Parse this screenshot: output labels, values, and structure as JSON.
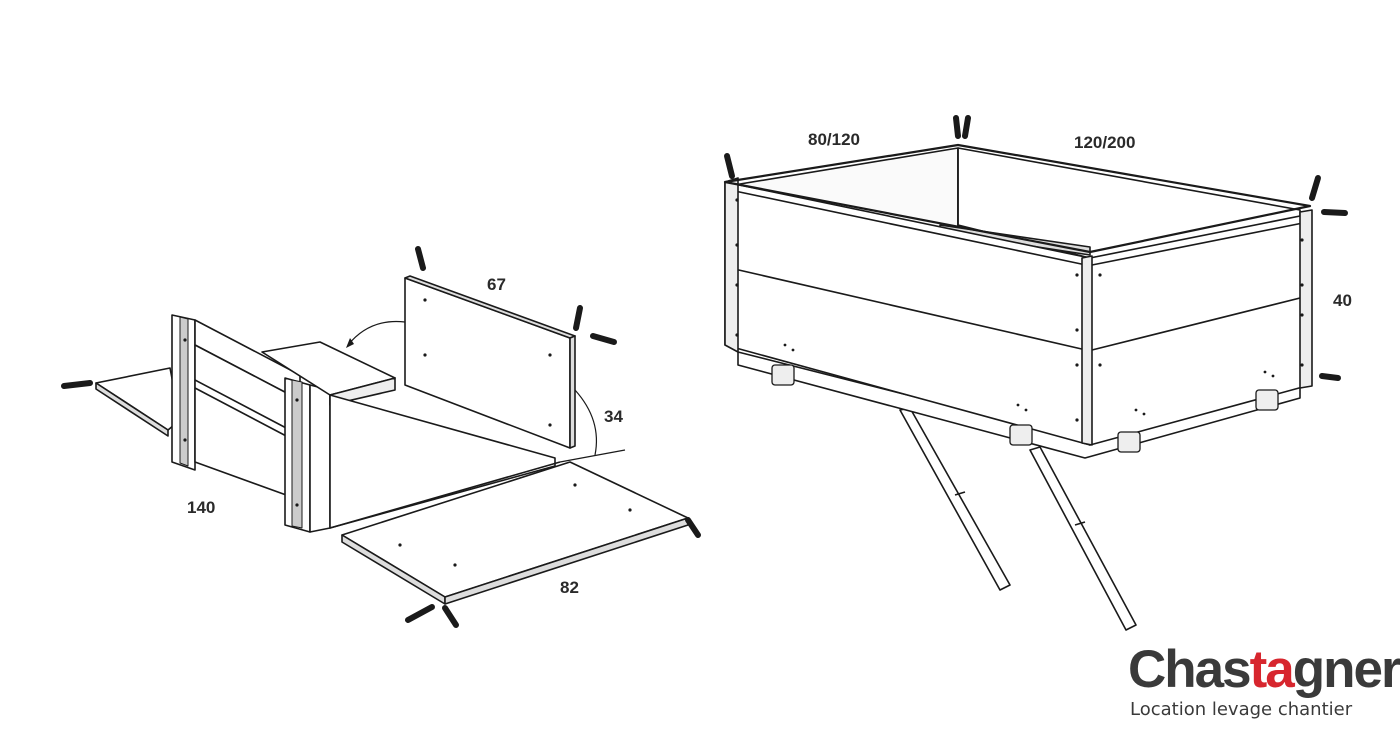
{
  "dimensions": {
    "box_width": "67",
    "angle": "34",
    "length": "140",
    "floor": "82",
    "width_range": "80/120",
    "length_range": "120/200",
    "height": "40"
  },
  "logo": {
    "wordmark_before": "Chas",
    "wordmark_accent": "ta",
    "wordmark_after": "gner",
    "tagline": "Location levage chantier",
    "accent_color": "#d7262e",
    "text_color": "#3a3a3a"
  }
}
